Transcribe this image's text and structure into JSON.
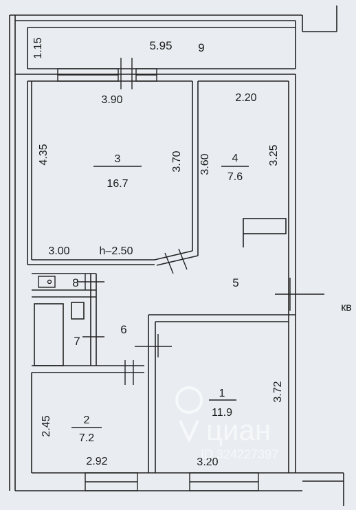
{
  "plan": {
    "balcony": {
      "dim_vertical": "1.15",
      "dim_horizontal": "5.95",
      "number": "9"
    },
    "room3": {
      "width": "3.90",
      "height": "4.35",
      "height_inner": "3.70",
      "number": "3",
      "area": "16.7",
      "bottom_width": "3.00",
      "ceiling": "h–2.50"
    },
    "room4": {
      "width": "2.20",
      "height_left": "3.60",
      "height_right": "3.25",
      "number": "4",
      "area": "7.6"
    },
    "hall": {
      "number": "5",
      "entrance": "кв"
    },
    "corridor": {
      "number": "6"
    },
    "bathroom": {
      "number": "7"
    },
    "toilet": {
      "number": "8"
    },
    "room2": {
      "height": "2.45",
      "number": "2",
      "area": "7.2",
      "width": "2.92"
    },
    "room1": {
      "number": "1",
      "area": "11.9",
      "height": "3.72",
      "width": "3.20"
    }
  },
  "watermark": {
    "brand": "циан",
    "id": "ID 324227397"
  }
}
